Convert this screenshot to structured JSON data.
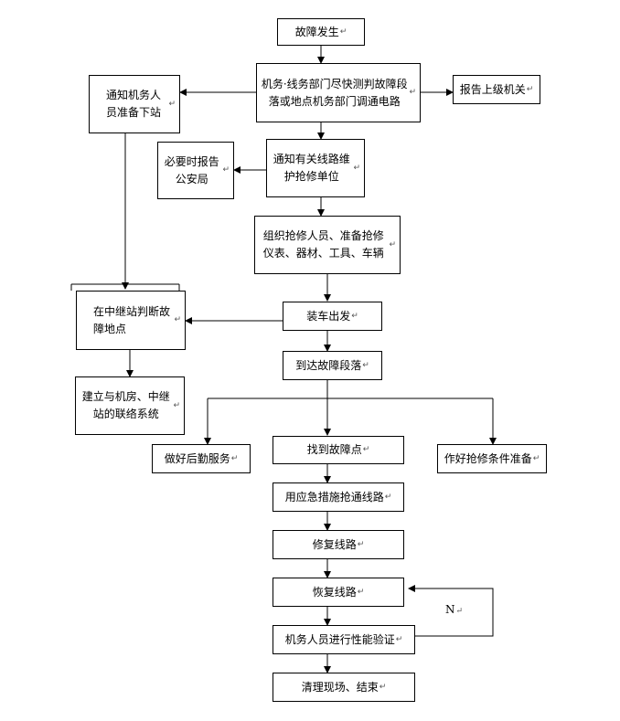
{
  "nodes": {
    "fault_occurs": "故障发生",
    "locate_segment": "机务·线务部门尽快测判故障段落或地点机务部门调通电路",
    "notify_staff": "通知机务人员准备下站",
    "report_superior": "报告上级机关",
    "report_police": "必要时报告公安局",
    "notify_repair_units": "通知有关线路维护抢修单位",
    "organize_crew": "组织抢修人员、准备抢修仪表、器材、工具、车辆",
    "load_depart": "装车出发",
    "judge_location": "在中继站判断故障地点",
    "build_contact": "建立与机房、中继站的联络系统",
    "arrive_segment": "到达故障段落",
    "logistics": "做好后勤服务",
    "find_fault": "找到故障点",
    "prepare_conditions": "作好抢修条件准备",
    "emergency_restore": "用应急措施抢通线路",
    "repair_line": "修复线路",
    "restore_line": "恢复线路",
    "verify_performance": "机务人员进行性能验证",
    "cleanup": "清理现场、结束"
  },
  "loop_label": "N",
  "return_mark": "↵"
}
